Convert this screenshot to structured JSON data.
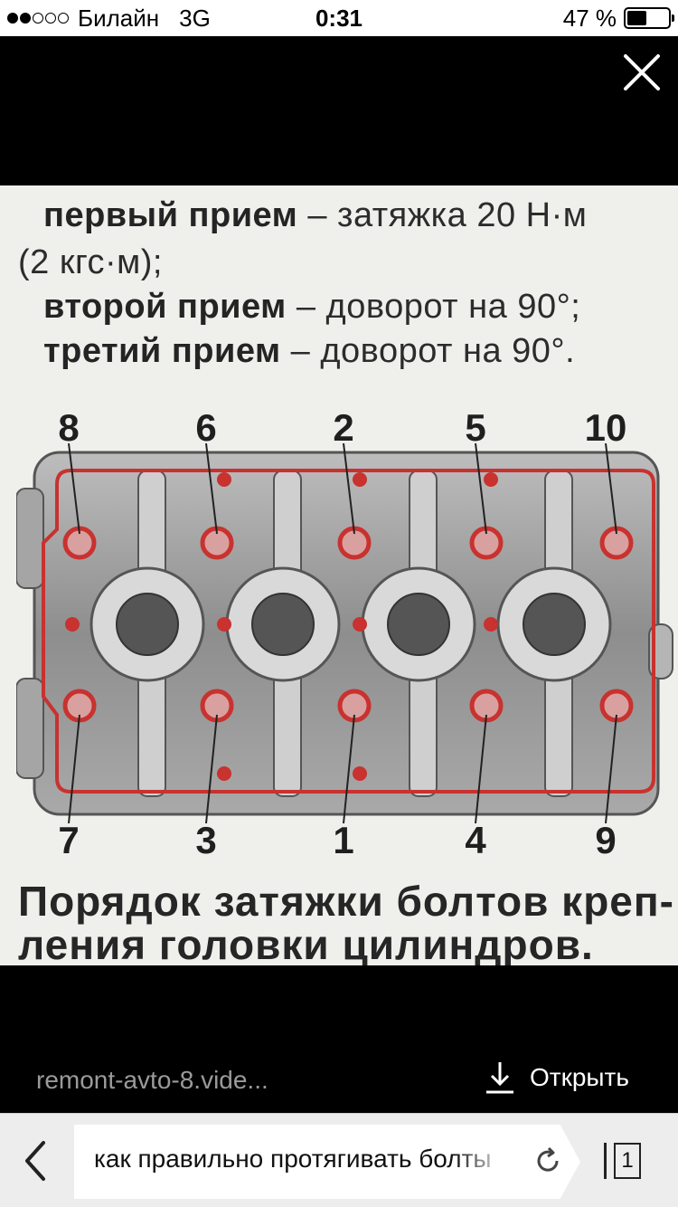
{
  "status_bar": {
    "carrier": "Билайн",
    "network": "3G",
    "time": "0:31",
    "battery_percent": "47 %",
    "battery_level": 0.47,
    "signal_bars_filled": 2,
    "signal_bars_total": 5
  },
  "viewer": {
    "close_icon": "close-icon",
    "image_text": {
      "line1_bold": "первый прием",
      "line1_rest": " – затяжка 20 Н·м",
      "line2": "(2 кгс·м);",
      "line3_bold": "второй прием",
      "line3_rest": " – доворот на 90°;",
      "line4_bold": "третий прием",
      "line4_rest": " – доворот на 90°.",
      "caption_line1": "Порядок затяжки болтов креп-",
      "caption_line2": "ления головки цилиндров."
    },
    "bolt_numbers_top": [
      "8",
      "6",
      "2",
      "5",
      "10"
    ],
    "bolt_numbers_bottom": [
      "7",
      "3",
      "1",
      "4",
      "9"
    ],
    "source": "remont-avto-8.vide...",
    "open_label": "Открыть",
    "open_icon": "download-icon"
  },
  "toolbar": {
    "back_icon": "chevron-left-icon",
    "search_value": "как правильно протягивать болты",
    "reload_icon": "reload-icon",
    "tabs_count": "1"
  },
  "colors": {
    "viewer_background": "#000000",
    "toolbar_background": "#ededed",
    "outline_red": "#c8322f"
  }
}
